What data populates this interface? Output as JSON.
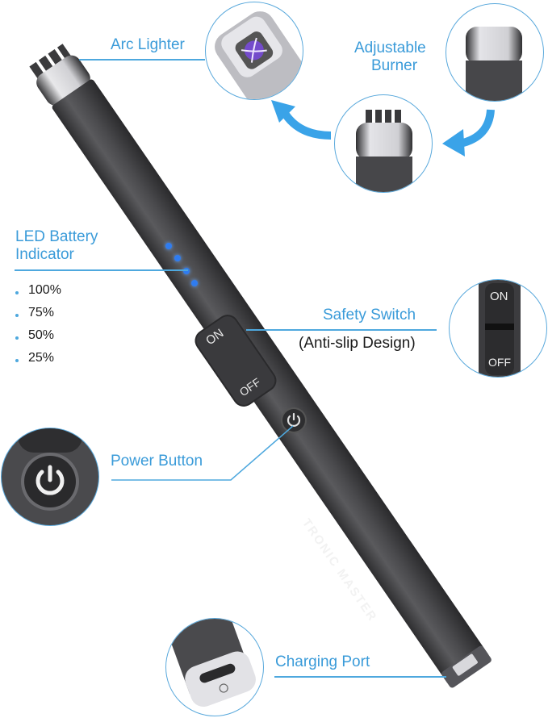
{
  "product": {
    "brand_text": "TRONIC MASTER",
    "switch_on_text": "ON",
    "switch_off_text": "OFF"
  },
  "callouts": {
    "arc_lighter": {
      "label": "Arc Lighter"
    },
    "adjustable_burner": {
      "line1": "Adjustable",
      "line2": "Burner"
    },
    "led_battery": {
      "line1": "LED Battery",
      "line2": "Indicator",
      "levels": [
        "100%",
        "75%",
        "50%",
        "25%"
      ]
    },
    "safety_switch": {
      "label": "Safety Switch",
      "sub": "(Anti-slip Design)",
      "zoom_on": "ON",
      "zoom_off": "OFF"
    },
    "power_button": {
      "label": "Power Button"
    },
    "charging_port": {
      "label": "Charging Port"
    }
  },
  "colors": {
    "accent_blue": "#3a9bd9",
    "line_blue": "#4ea8de",
    "body_gray": "#4a4a4c",
    "led_blue": "#2f7cf0"
  }
}
